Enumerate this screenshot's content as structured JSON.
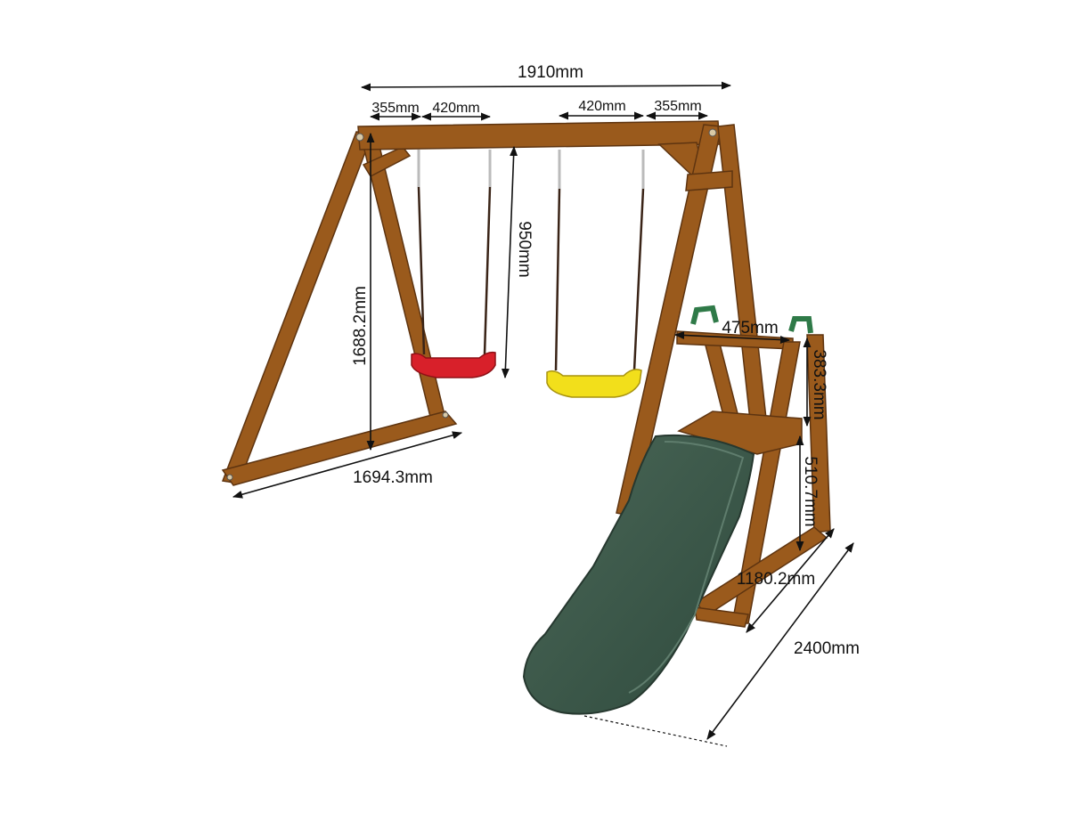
{
  "dimensions": {
    "total_width": "1910mm",
    "left_end_offset": "355mm",
    "left_seat_spacing": "420mm",
    "right_seat_spacing": "420mm",
    "right_end_offset": "355mm",
    "chain_length": "950mm",
    "frame_height": "1688.2mm",
    "base_depth": "1694.3mm",
    "platform_width": "475mm",
    "rail_height": "383.3mm",
    "deck_height": "510.7mm",
    "tower_depth": "1180.2mm",
    "slide_length": "2400mm"
  },
  "colors": {
    "wood": "#9a5a1c",
    "wood_dark": "#6e3d10",
    "seat_left": "#d8202a",
    "seat_right": "#f2df1b",
    "slide": "#3f5a4c",
    "handle": "#2f7a48"
  }
}
